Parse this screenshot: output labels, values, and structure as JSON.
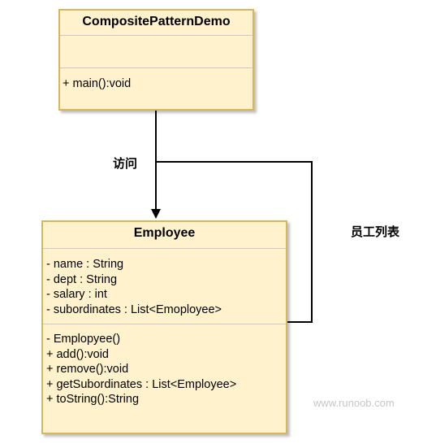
{
  "diagram": {
    "composite_demo": {
      "name": "CompositePatternDemo",
      "attributes": [],
      "methods": [
        "+ main():void"
      ]
    },
    "employee": {
      "name": "Employee",
      "attributes": [
        "- name : String",
        "- dept : String",
        "- salary : int",
        "- subordinates : List<Emoployee>"
      ],
      "methods": [
        "- Emplopyee()",
        "+ add():void",
        "+ remove():void",
        "+ getSubordinates : List<Employee>",
        "+ toString():String"
      ]
    },
    "relations": {
      "access_label": "访问",
      "employee_list_label": "员工列表"
    },
    "watermark": "www.runoob.com"
  },
  "colors": {
    "class_fill": "#fff2cc",
    "class_border": "#d6b656",
    "line": "#000000",
    "watermark": "#c6c6c6"
  }
}
